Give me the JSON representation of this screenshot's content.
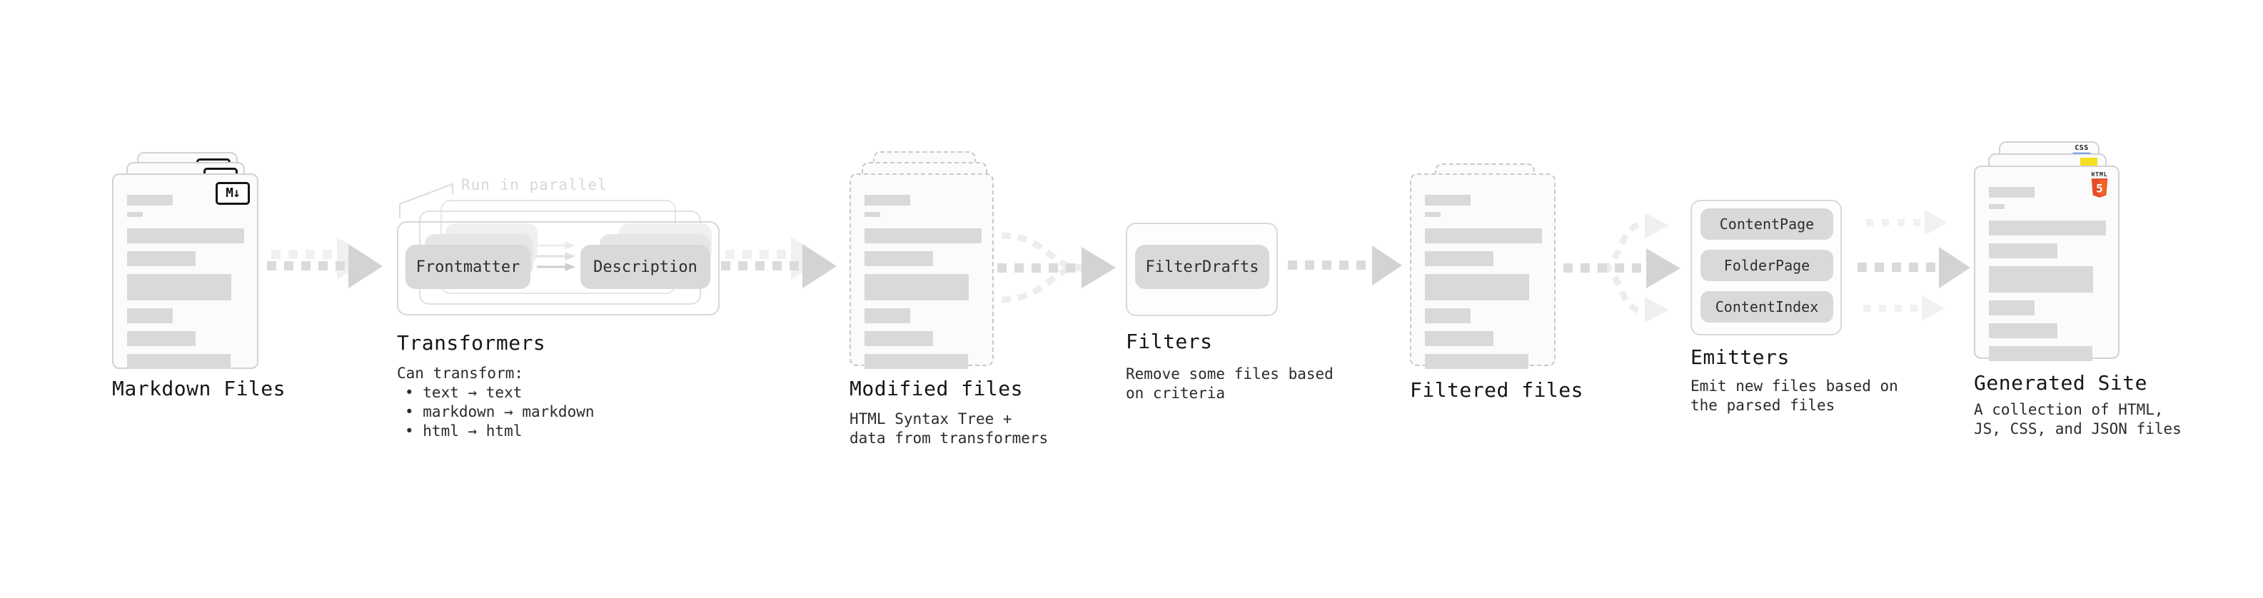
{
  "nodes": {
    "markdown": {
      "title": "Markdown Files",
      "icon_label": "M↓"
    },
    "transformers": {
      "title": "Transformers",
      "annotation": "Run in parallel",
      "pill_frontmatter": "Frontmatter",
      "pill_description": "Description",
      "desc_heading": "Can transform:",
      "bullets": [
        "• text → text",
        "• markdown → markdown",
        "• html → html"
      ]
    },
    "modified": {
      "title": "Modified files",
      "desc": [
        "HTML Syntax Tree +",
        "data from transformers"
      ]
    },
    "filters": {
      "title": "Filters",
      "pill": "FilterDrafts",
      "desc": [
        "Remove some files based",
        "on criteria"
      ]
    },
    "filtered": {
      "title": "Filtered files"
    },
    "emitters": {
      "title": "Emitters",
      "pills": [
        "ContentPage",
        "FolderPage",
        "ContentIndex"
      ],
      "desc": [
        "Emit new files based on",
        "the parsed files"
      ]
    },
    "generated": {
      "title": "Generated Site",
      "desc": [
        "A collection of HTML,",
        "JS, CSS, and JSON files"
      ],
      "badges": {
        "css": "CSS",
        "html_label": "HTML",
        "html_number": "5"
      }
    }
  },
  "colors": {
    "html5_orange": "#e44d26",
    "html5_orange_light": "#f16529",
    "js_yellow": "#f6df1e",
    "css_blue": "#2b62f0",
    "skeleton_gray": "#d9d9d9",
    "arrow_dash": "#dbdbdb",
    "arrow_head": "#d3d3d3",
    "arrow_ghost": "#f1f1f1"
  }
}
